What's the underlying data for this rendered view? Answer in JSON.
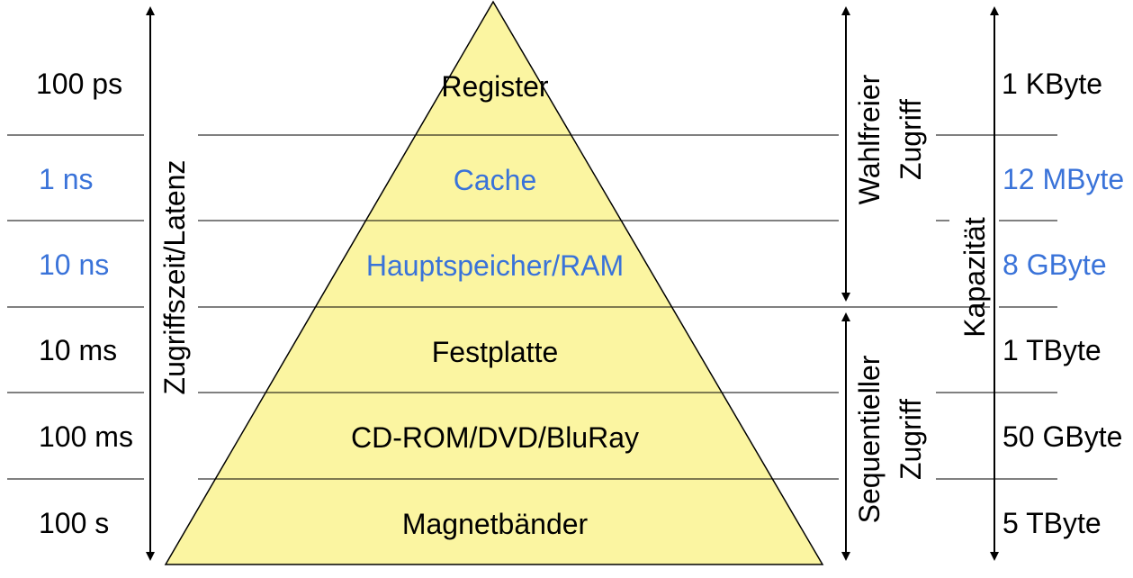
{
  "colors": {
    "pyramid_fill": "#fbf5a1",
    "line": "#000000",
    "highlight": "#3a73d9",
    "text": "#000000"
  },
  "axes": {
    "latency": "Zugriffszeit/Latenz",
    "random_access": "Wahlfreier Zugriff",
    "random_access_line1": "Wahlfreier",
    "random_access_line2": "Zugriff",
    "sequential_access": "Sequentieller Zugriff",
    "sequential_access_line1": "Sequentieller",
    "sequential_access_line2": "Zugriff",
    "capacity": "Kapazität"
  },
  "levels": [
    {
      "name": "Register",
      "latency": "100 ps",
      "capacity": "1 KByte",
      "highlight": false
    },
    {
      "name": "Cache",
      "latency": "1 ns",
      "capacity": "12 MByte",
      "highlight": true
    },
    {
      "name": "Hauptspeicher/RAM",
      "latency": "10 ns",
      "capacity": "8 GByte",
      "highlight": true
    },
    {
      "name": "Festplatte",
      "latency": "10 ms",
      "capacity": "1 TByte",
      "highlight": false
    },
    {
      "name": "CD-ROM/DVD/BluRay",
      "latency": "100 ms",
      "capacity": "50 GByte",
      "highlight": false
    },
    {
      "name": "Magnetbänder",
      "latency": "100 s",
      "capacity": "5 TByte",
      "highlight": false
    }
  ]
}
